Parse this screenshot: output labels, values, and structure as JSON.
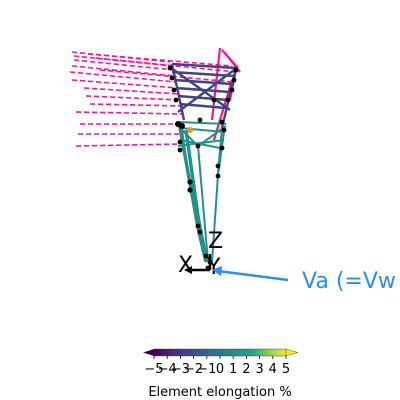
{
  "axes_triad": {
    "z_label": "Z",
    "x_label": "X",
    "y_label": "Y"
  },
  "load_arrow": {
    "label": "Va (=Vw",
    "color": "#2a8ff0"
  },
  "colorbar": {
    "label": "Element elongation %",
    "ticks": [
      "−5",
      "−4",
      "−3",
      "−2",
      "−1",
      "0",
      "1",
      "2",
      "3",
      "4",
      "5"
    ],
    "colormap": "viridis",
    "range": [
      -5,
      5
    ]
  },
  "colors": {
    "cable_lines": "#ff1493",
    "tower_members_dark": "#414487",
    "tower_members_teal": "#21918c",
    "nodes": "#000000",
    "highlight_node": "#ff8c1a"
  }
}
